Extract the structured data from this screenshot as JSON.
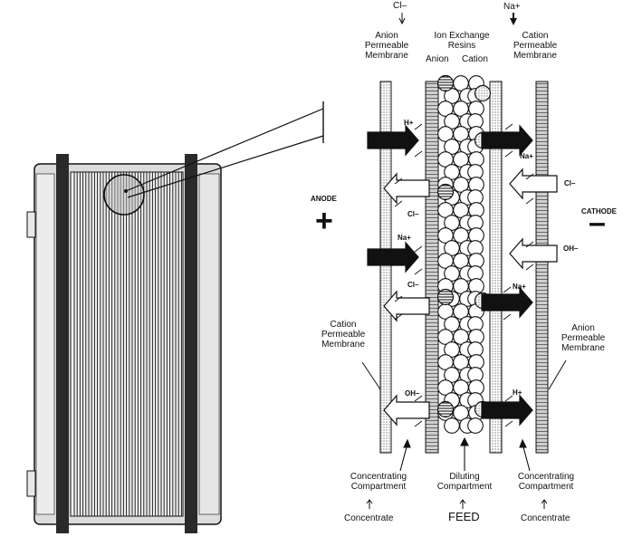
{
  "top": {
    "cl_out": "Cl–",
    "na_out": "Na+",
    "anion_membrane": "Anion\nPermeable\nMembrane",
    "resins_title": "Ion Exchange\nResins",
    "resin_anion": "Anion",
    "resin_cation": "Cation",
    "cation_membrane": "Cation\nPermeable\nMembrane"
  },
  "electrodes": {
    "anode": "ANODE",
    "anode_symbol": "+",
    "cathode": "CATHODE",
    "cathode_symbol": "–"
  },
  "ions": {
    "h_plus": "H+",
    "na_plus": "Na+",
    "cl_minus": "Cl–",
    "oh_minus": "OH–"
  },
  "side": {
    "cation_membrane": "Cation\nPermeable\nMembrane",
    "anion_membrane": "Anion\nPermeable\nMembrane"
  },
  "bottom": {
    "concentrating_compartment": "Concentrating\nCompartment",
    "diluting_compartment": "Diluting\nCompartment",
    "concentrate": "Concentrate",
    "feed": "FEED"
  },
  "colors": {
    "ink": "#111111",
    "cell_fill": "#e4e4e4",
    "stipple": "#9a9a9a"
  }
}
